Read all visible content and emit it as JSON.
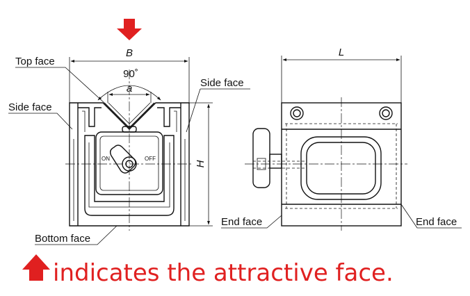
{
  "labels": {
    "top_face": "Top face",
    "side_face_left": "Side face",
    "side_face_right": "Side face",
    "bottom_face": "Bottom face",
    "end_face_left": "End face",
    "end_face_right": "End face"
  },
  "dimensions": {
    "b": "B",
    "l": "L",
    "h": "H",
    "a": "a",
    "angle": "90˚"
  },
  "switch": {
    "on": "ON",
    "off": "OFF"
  },
  "note": {
    "text": "indicates the attractive face."
  },
  "colors": {
    "accent": "#e02020",
    "line": "#111111"
  },
  "icons": {
    "attractive_arrow_top": "arrow-down-icon",
    "attractive_arrow_legend": "arrow-up-icon"
  }
}
